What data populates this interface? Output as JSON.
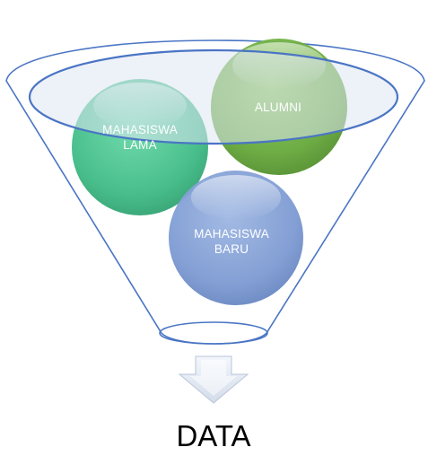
{
  "diagram": {
    "circles": [
      {
        "id": "mahasiswa-lama",
        "line1": "MAHASISWA",
        "line2": "LAMA",
        "color": "#4dc48f"
      },
      {
        "id": "alumni",
        "line1": "ALUMNI",
        "color": "#6aab3f"
      },
      {
        "id": "mahasiswa-baru",
        "line1": "MAHASISWA",
        "line2": "BARU",
        "color": "#7d9ad2"
      }
    ],
    "output_label": "DATA",
    "icons": {
      "funnel": "funnel-icon",
      "arrow": "down-arrow-icon"
    },
    "colors": {
      "funnel_outline": "#4a75c4",
      "funnel_rim_fill": "#dfe6f3",
      "arrow_fill": "#e3e9f3"
    }
  }
}
